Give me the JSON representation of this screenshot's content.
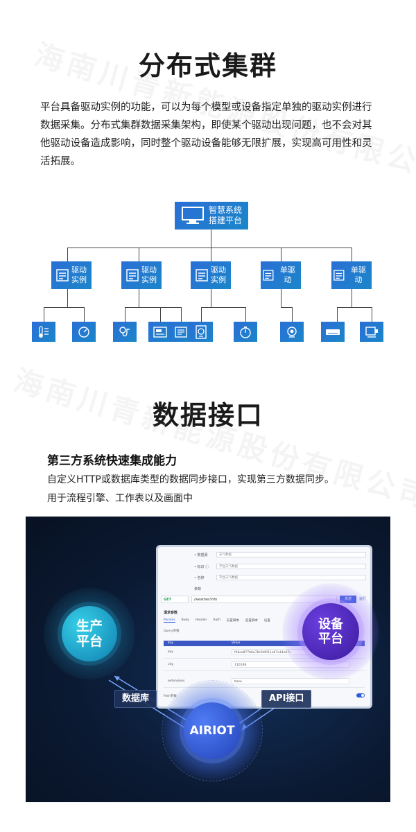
{
  "watermark": "海南川青新能源股份有限公司",
  "section1": {
    "title": "分布式集群",
    "paragraph": "平台具备驱动实例的功能，可以为每个模型或设备指定单独的驱动实例进行数据采集。分布式集群数据采集架构，即使某个驱动出现问题，也不会对其他驱动设备造成影响，同时整个驱动设备能够无限扩展，实现高可用性和灵活拓展。"
  },
  "tree": {
    "root_line1": "智慧系统",
    "root_line2": "搭建平台",
    "instances": [
      "驱动\n实例",
      "驱动\n实例",
      "驱动\n实例",
      "单驱动",
      "单驱动"
    ],
    "leaf_icons": [
      "thermometer-icon",
      "gauge-icon",
      "sensor-icon",
      "controller-icon",
      "device-panel-icon",
      "dial-meter-icon",
      "camera-icon",
      "air-conditioner-icon",
      "monitor-icon"
    ]
  },
  "section2": {
    "title": "数据接口",
    "subtitle": "第三方系统快速集成能力",
    "line1": "自定义HTTP或数据库类型的数据同步接口，实现第三方数据同步。",
    "line2": "用于流程引擎、工作表以及画面中"
  },
  "screenshot": {
    "fields": [
      {
        "label": "• 数据源",
        "value": "天气数据"
      },
      {
        "label": "• 标识 ⓘ",
        "value": "平台天气数据"
      },
      {
        "label": "• 名称",
        "value": "平台天气数据"
      },
      {
        "label": "参数",
        "value": ""
      }
    ],
    "method": "GET",
    "url": "/weather/info",
    "send": "发送",
    "run": "运行",
    "request_params": "请求参数",
    "tabs": [
      "Params",
      "Body",
      "Header",
      "Auth",
      "前置脚本",
      "后置脚本",
      "设置"
    ],
    "query_label": "Query参数",
    "col_key": "Key",
    "col_value": "Value",
    "rows": [
      {
        "key": "key",
        "value": "f46ce877b0e78c9d9f11e67a14e67c"
      },
      {
        "key": "city",
        "value": "110108"
      },
      {
        "key": "extensions",
        "value": "base"
      }
    ],
    "path_label": "Path参数"
  },
  "diagram": {
    "production": "生产\n平台",
    "device": "设备\n平台",
    "core": "AIRIOT",
    "db_tag": "数据库",
    "api_tag": "API接口"
  },
  "colors": {
    "box_blue": "#2a6fd6",
    "panel_dark": "#0b1a33",
    "production_circle": "#1ea5d0",
    "device_circle": "#5a30d0",
    "core_circle": "#3a62e0"
  }
}
